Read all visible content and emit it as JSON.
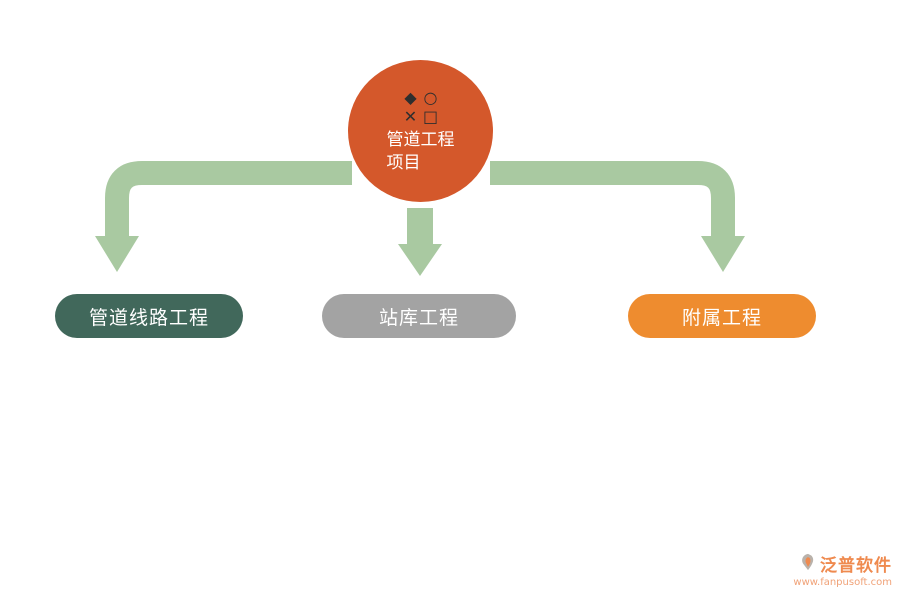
{
  "diagram": {
    "root": {
      "line1": "管道工程",
      "line2": "项目",
      "color": "#d4582b",
      "icon_glyphs": {
        "top_left": "◆",
        "top_right": "○",
        "bottom_left": "✕",
        "bottom_right": "□"
      }
    },
    "arrow_color": "#a9c9a1",
    "children": [
      {
        "label": "管道线路工程",
        "color": "#41685b"
      },
      {
        "label": "站库工程",
        "color": "#a3a3a3"
      },
      {
        "label": "附属工程",
        "color": "#ee8c2f"
      }
    ]
  },
  "watermark": {
    "brand": "泛普软件",
    "url": "www.fanpusoft.com",
    "color": "#ef8a4f"
  }
}
